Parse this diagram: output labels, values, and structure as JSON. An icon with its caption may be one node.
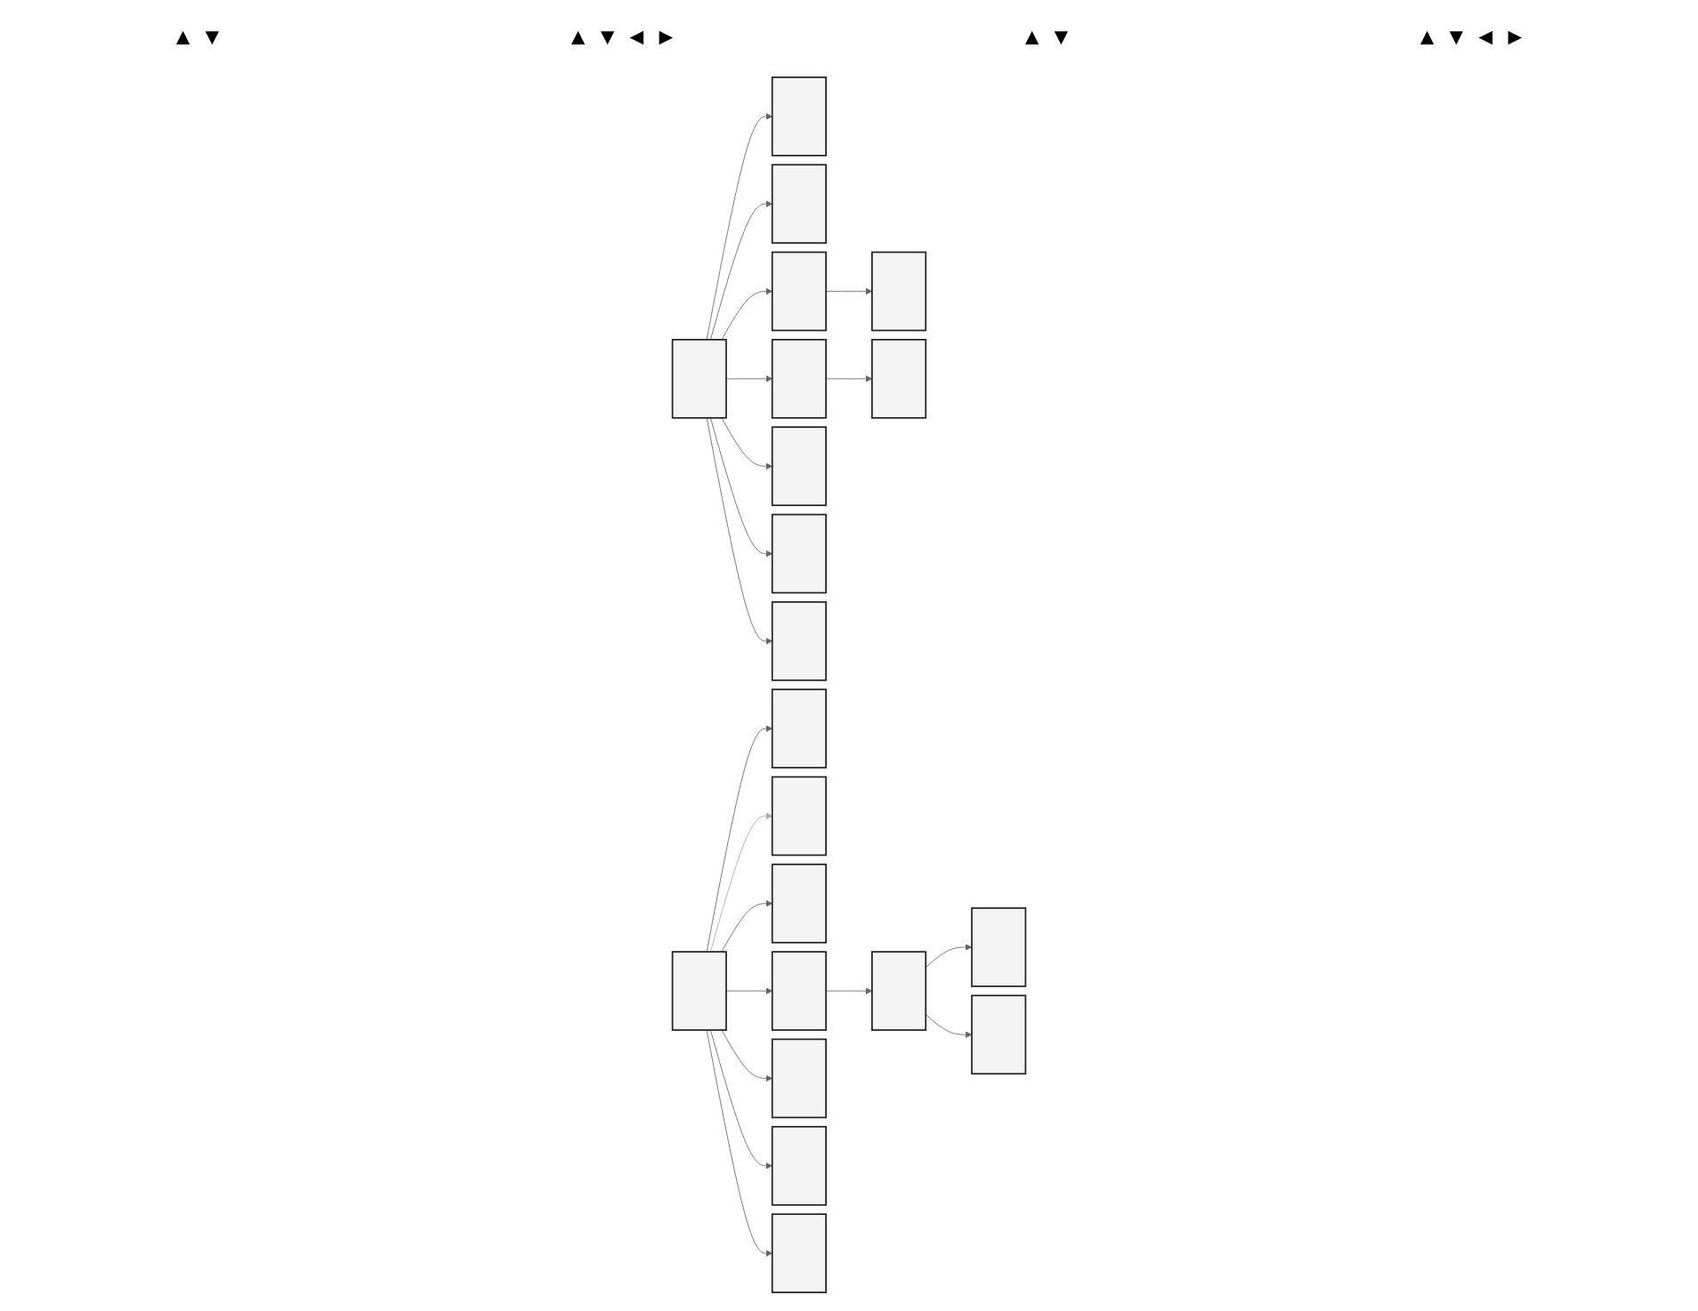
{
  "diagram": {
    "nodes": [
      {
        "text": [],
        "shape": "box"
      },
      {
        "text": [],
        "shape": "box"
      },
      {
        "text": [],
        "shape": "box"
      },
      {
        "text": [],
        "shape": "box"
      },
      {
        "text": [],
        "shape": "box"
      },
      {
        "text": [],
        "shape": "box"
      },
      {
        "text": [],
        "shape": "box"
      },
      {
        "text": [],
        "shape": "box"
      },
      {
        "text": [],
        "shape": "box"
      },
      {
        "text": [],
        "shape": "box"
      },
      {
        "text": [],
        "shape": "box"
      },
      {
        "text": [],
        "shape": "box"
      },
      {
        "text": [],
        "shape": "box"
      },
      {
        "text": [],
        "shape": "box"
      },
      {
        "text": [],
        "shape": "box"
      },
      {
        "text": [],
        "shape": "box"
      },
      {
        "text": [],
        "shape": "box"
      },
      {
        "text": [],
        "shape": "box"
      },
      {
        "text": [],
        "shape": "box"
      },
      {
        "text": [],
        "shape": "box"
      },
      {
        "text": [],
        "shape": "box"
      }
    ],
    "edges": [
      {
        "from": 0,
        "to": 1,
        "arrow": "to"
      },
      {
        "from": 0,
        "to": 2,
        "arrow": "to"
      },
      {
        "from": 0,
        "to": 3,
        "arrow": "to"
      },
      {
        "from": 0,
        "to": 4,
        "arrow": "to"
      },
      {
        "from": 0,
        "to": 5,
        "arrow": "to"
      },
      {
        "from": 0,
        "to": 6,
        "arrow": "to"
      },
      {
        "from": 0,
        "to": 7,
        "arrow": "to"
      },
      {
        "from": 3,
        "to": 8,
        "arrow": "to"
      },
      {
        "from": 4,
        "to": 9,
        "arrow": "to"
      },
      {
        "from": 10,
        "to": 11,
        "arrow": "to"
      },
      {
        "from": 10,
        "to": 12,
        "arrow": "to",
        "color": "#aaaaaa"
      },
      {
        "from": 10,
        "to": 13,
        "arrow": "to"
      },
      {
        "from": 10,
        "to": 14,
        "arrow": "to"
      },
      {
        "from": 10,
        "to": 15,
        "arrow": "to"
      },
      {
        "from": 10,
        "to": 16,
        "arrow": "to"
      },
      {
        "from": 10,
        "to": 17,
        "arrow": "to"
      },
      {
        "from": 14,
        "to": 18,
        "arrow": "to"
      },
      {
        "from": 18,
        "to": 19,
        "arrow": "to"
      },
      {
        "from": 18,
        "to": 20,
        "arrow": "to"
      }
    ],
    "labels": [
      "▲ ▼",
      "▲ ▼ ◄ ►",
      "▲ ▼",
      "▲ ▼ ◄ ►"
    ]
  }
}
